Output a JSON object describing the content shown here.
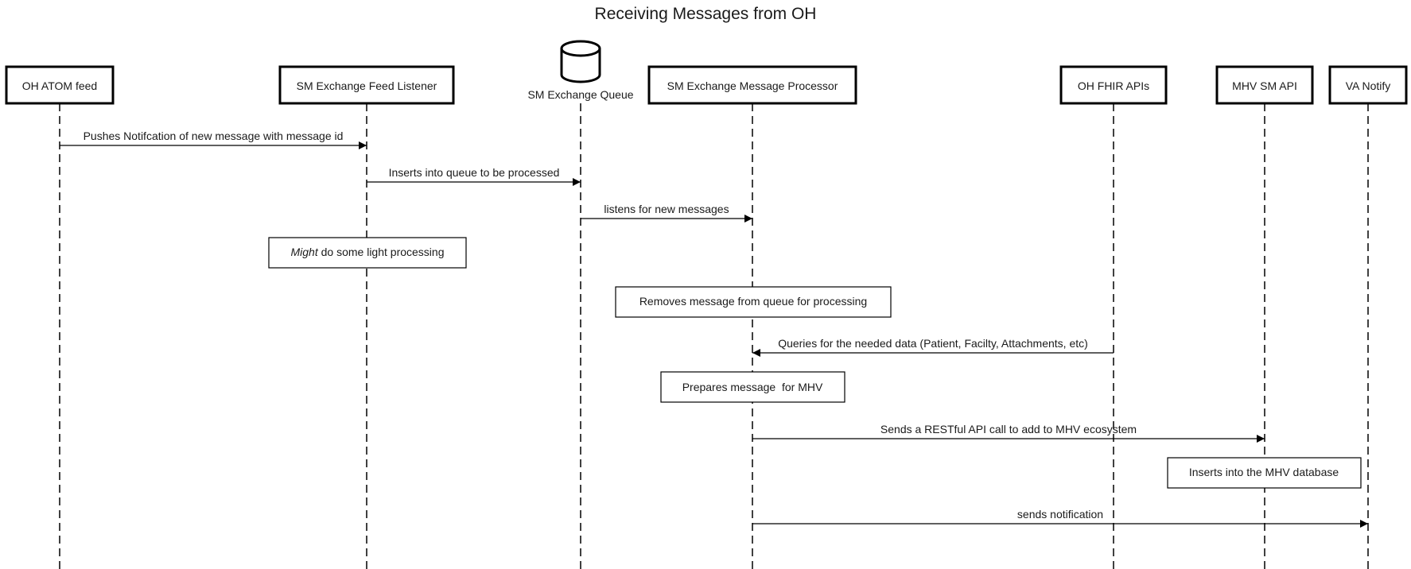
{
  "title": "Receiving Messages from OH",
  "participants": [
    {
      "id": "oh_atom",
      "label": "OH ATOM feed",
      "kind": "box"
    },
    {
      "id": "feed_listener",
      "label": "SM Exchange Feed Listener",
      "kind": "box"
    },
    {
      "id": "queue",
      "label": "SM Exchange Queue",
      "kind": "database"
    },
    {
      "id": "processor",
      "label": "SM Exchange Message Processor",
      "kind": "box"
    },
    {
      "id": "fhir",
      "label": "OH FHIR APIs",
      "kind": "box"
    },
    {
      "id": "mhv_api",
      "label": "MHV SM API",
      "kind": "box"
    },
    {
      "id": "va_notify",
      "label": "VA Notify",
      "kind": "box"
    }
  ],
  "messages": [
    {
      "from": "oh_atom",
      "to": "feed_listener",
      "label": "Pushes Notifcation of new message with message id"
    },
    {
      "from": "feed_listener",
      "to": "queue",
      "label": "Inserts into queue to be processed"
    },
    {
      "from": "queue",
      "to": "processor",
      "label": "listens for new messages"
    },
    {
      "from": "fhir",
      "to": "processor",
      "label": "Queries for the needed data (Patient, Facilty, Attachments, etc)"
    },
    {
      "from": "processor",
      "to": "mhv_api",
      "label": "Sends a RESTful API call to add to MHV ecosystem"
    },
    {
      "from": "processor",
      "to": "va_notify",
      "label": "sends notification"
    }
  ],
  "notes": [
    {
      "over": "feed_listener",
      "italic_prefix": "Might",
      "text": " do some light processing"
    },
    {
      "over": "processor",
      "italic_prefix": "",
      "text": "Removes message from queue for processing"
    },
    {
      "over": "processor",
      "italic_prefix": "",
      "text": "Prepares message  for MHV"
    },
    {
      "over": "mhv_api",
      "italic_prefix": "",
      "text": "Inserts into the MHV database"
    }
  ]
}
